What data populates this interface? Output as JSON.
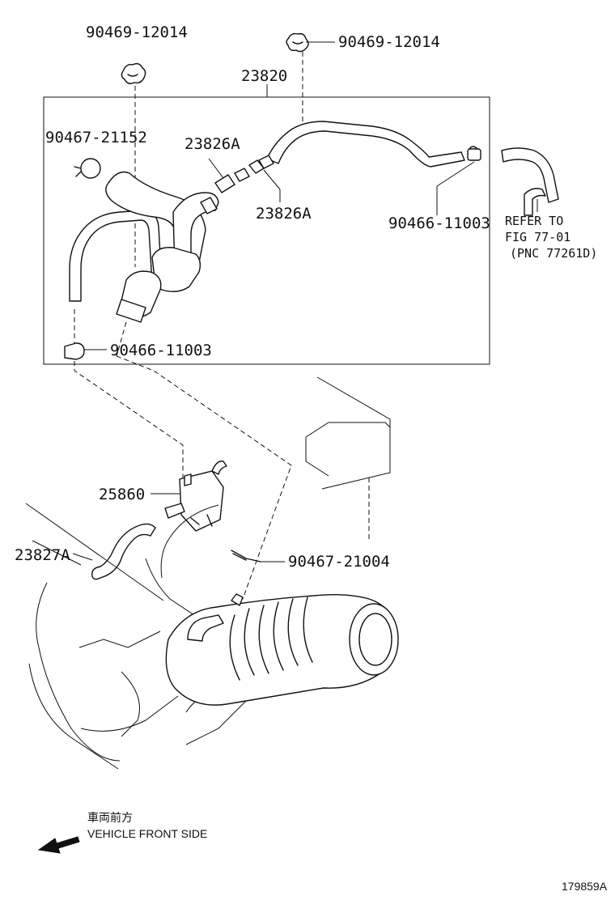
{
  "labels": {
    "clip_top_left": "90469-12014",
    "clip_top_right": "90469-12014",
    "hose_assembly": "23820",
    "clamp_left": "90467-21152",
    "union_upper": "23826A",
    "union_lower": "23826A",
    "clip_right": "90466-11003",
    "refer_line1": "REFER TO",
    "refer_line2": "FIG 77-01",
    "refer_line3": "(PNC 77261D)",
    "clip_bottom": "90466-11003",
    "vsv": "25860",
    "hose_lower": "23827A",
    "clamp_bottom": "90467-21004",
    "direction_jp": "車両前方",
    "direction_en": "VEHICLE FRONT SIDE",
    "figure_id": "179859A"
  },
  "icons": {
    "direction_arrow": "left-down-arrow-icon"
  },
  "colors": {
    "ink": "#111111",
    "paper": "#ffffff"
  }
}
